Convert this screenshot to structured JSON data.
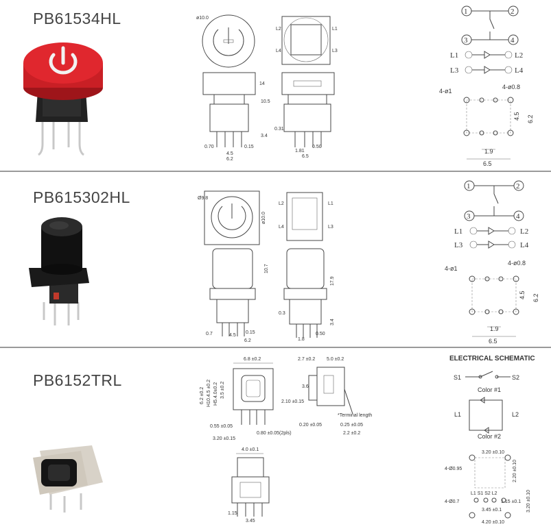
{
  "products": [
    {
      "model": "PB61534HL",
      "drawing": {
        "dims": [
          "ø10.0",
          "14",
          "10.5",
          "3.4",
          "0.70",
          "4.5",
          "6.2",
          "0.15",
          "0.31",
          "1.81",
          "0.50",
          "6.5"
        ],
        "led_labels": [
          "L2",
          "L1",
          "L4",
          "L3"
        ]
      },
      "schematic": {
        "terminals": [
          "1",
          "2",
          "3",
          "4"
        ],
        "leds": [
          "L1",
          "L2",
          "L3",
          "L4"
        ],
        "holes": [
          "4-ø1",
          "4-ø0.8"
        ],
        "dims": [
          "4.5",
          "6.2",
          "1.9",
          "6.5"
        ]
      }
    },
    {
      "model": "PB615302HL",
      "drawing": {
        "dims": [
          "Ø9.8",
          "ø10.0",
          "10.7",
          "17.9",
          "0.7",
          "4.5",
          "6.2",
          "0.15",
          "0.3",
          "1.8",
          "0.50",
          "3.4"
        ],
        "led_labels": [
          "L2",
          "L1",
          "L4",
          "L3"
        ]
      },
      "schematic": {
        "terminals": [
          "1",
          "2",
          "3",
          "4"
        ],
        "leds": [
          "L1",
          "L2",
          "L3",
          "L4"
        ],
        "holes": [
          "4-ø1",
          "4-ø0.8"
        ],
        "dims": [
          "4.5",
          "6.2",
          "1.9",
          "6.5"
        ]
      }
    },
    {
      "model": "PB6152TRL",
      "drawing": {
        "dims": [
          "6.8 ±0.2",
          "2.7 ±0.2",
          "5.0 ±0.2",
          "6.2 ±0.2",
          "H10.4.5 ±0.2",
          "H5.4.0±0.2",
          "3.5 ±0.2",
          "3.6",
          "2.10 ±0.15",
          "*Terminal length",
          "0.55 ±0.05",
          "0.20 ±0.05",
          "0.25 ±0.05",
          "3.20 ±0.15",
          "0.80 ±0.05(2pls)",
          "2.2 ±0.2",
          "4.0 ±0.1",
          "1.15",
          "3.45"
        ]
      },
      "schematic": {
        "title": "ELECTRICAL SCHEMATIC",
        "switch": [
          "S1",
          "S2"
        ],
        "colors": [
          "Color #1",
          "Color #2"
        ],
        "leds": [
          "L1",
          "L2"
        ],
        "footprint_labels": [
          "L1 S1 S2 L2"
        ],
        "dims": [
          "3.20 ±0.10",
          "4-Ø0.95",
          "2.20 ±0.10",
          "1.15 ±0.1",
          "3.45 ±0.1",
          "4-Ø0.7",
          "4.20 ±0.10",
          "3.20 ±0.10"
        ]
      }
    }
  ],
  "colors": {
    "separator": "#9a9a9a",
    "cap_red": "#d9262c",
    "cap_black": "#1c1c1c",
    "body": "#222222",
    "pins": "#c8c8c8"
  }
}
